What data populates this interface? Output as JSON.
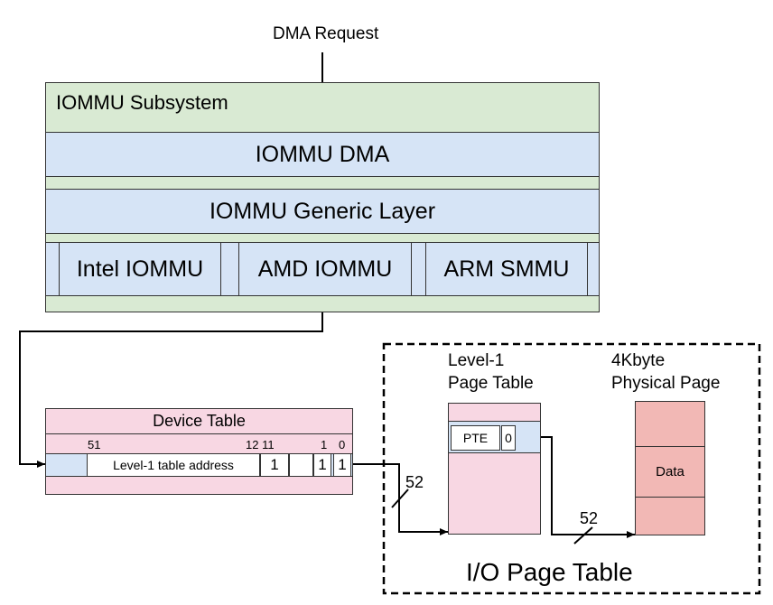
{
  "dma_request": "DMA Request",
  "subsystem": {
    "title": "IOMMU Subsystem",
    "dma_layer": "IOMMU DMA",
    "generic_layer": "IOMMU Generic Layer",
    "drivers": [
      "Intel IOMMU",
      "AMD IOMMU",
      "ARM SMMU"
    ]
  },
  "device_table": {
    "title": "Device Table",
    "bit_labels": {
      "b51": "51",
      "b12_11": "12 11",
      "b1": "1",
      "b0": "0"
    },
    "entry_field": "Level-1 table address",
    "bit_a": "1",
    "bit_b": "1",
    "bit_c": "1"
  },
  "io_page_table": {
    "title": "I/O Page Table",
    "level1_title": "Level-1\nPage Table",
    "pte_label": "PTE",
    "pte_bit": "0",
    "page_title": "4Kbyte\nPhysical Page",
    "data_label": "Data",
    "width_label_1": "52",
    "width_label_2": "52"
  }
}
